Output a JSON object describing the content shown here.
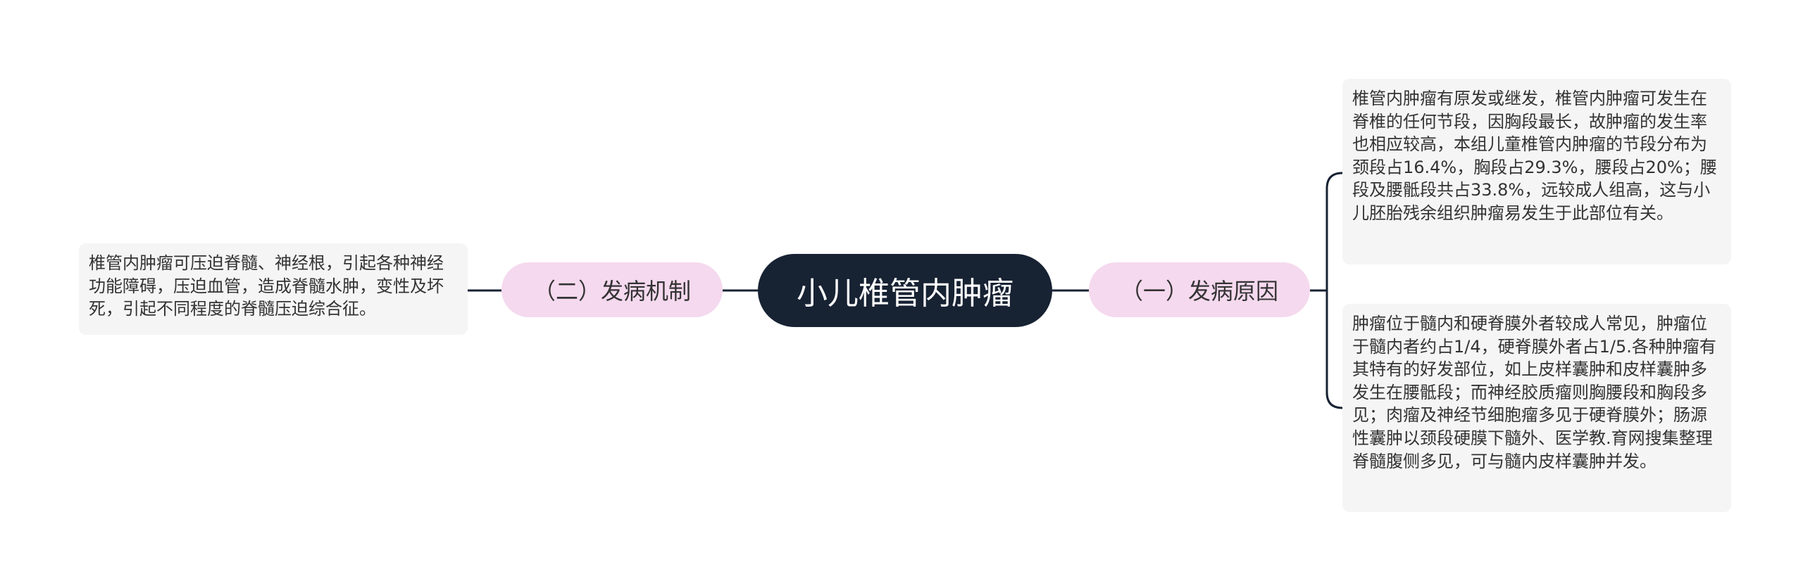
{
  "mindmap": {
    "root": {
      "label": "小儿椎管内肿瘤"
    },
    "branches": [
      {
        "label": "（一）发病原因",
        "side": "right",
        "children": [
          "椎管内肿瘤有原发或继发，椎管内肿瘤可发生在脊椎的任何节段，因胸段最长，故肿瘤的发生率也相应较高，本组儿童椎管内肿瘤的节段分布为颈段占16.4%，胸段占29.3%，腰段占20%；腰段及腰骶段共占33.8%，远较成人组高，这与小儿胚胎残余组织肿瘤易发生于此部位有关。",
          "肿瘤位于髓内和硬脊膜外者较成人常见，肿瘤位于髓内者约占1/4，硬脊膜外者占1/5.各种肿瘤有其特有的好发部位，如上皮样囊肿和皮样囊肿多发生在腰骶段；而神经胶质瘤则胸腰段和胸段多见；肉瘤及神经节细胞瘤多见于硬脊膜外；肠源性囊肿以颈段硬膜下髓外、医学教.育网搜集整理脊髓腹侧多见，可与髓内皮样囊肿并发。"
        ]
      },
      {
        "label": "（二）发病机制",
        "side": "left",
        "children": [
          "椎管内肿瘤可压迫脊髓、神经根，引起各种神经功能障碍，压迫血管，造成脊髓水肿，变性及坏死，引起不同程度的脊髓压迫综合征。"
        ]
      }
    ]
  },
  "colors": {
    "root_bg": "#172233",
    "root_text": "#ffffff",
    "branch_bg": "#f5d9ee",
    "leaf_bg": "#f5f5f5",
    "line": "#172233"
  }
}
